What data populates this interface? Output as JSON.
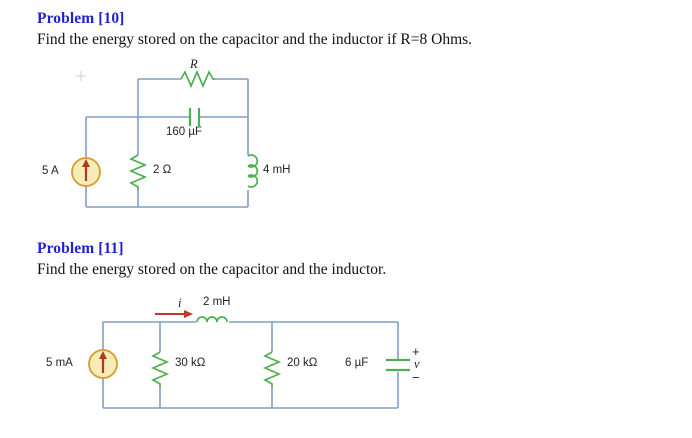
{
  "page": {
    "background_color": "#ffffff",
    "wire_color": "#7e9ec4",
    "component_color": "#4caf50",
    "source_fill": "#f7ecb5",
    "source_stroke": "#d99a2b",
    "arrow_color": "#c0392b",
    "title_color": "#2222cc",
    "text_color": "#111111"
  },
  "problems": [
    {
      "id": "problem-10",
      "title": "Problem [10]",
      "statement": "Find the energy stored on the capacitor and the inductor if R=8 Ohms.",
      "circuit": {
        "name": "circuit-problem-10",
        "labels": {
          "resistor_top": "R",
          "capacitor": "160 µF",
          "source": "5 A",
          "resistor_shunt": "2 Ω",
          "inductor": "4 mH"
        }
      }
    },
    {
      "id": "problem-11",
      "title": "Problem [11]",
      "statement": "Find the energy stored on the capacitor and the inductor.",
      "circuit": {
        "name": "circuit-problem-11",
        "labels": {
          "current_symbol": "i",
          "inductor": "2 mH",
          "source": "5 mA",
          "resistor_left": "30 kΩ",
          "resistor_right": "20 kΩ",
          "capacitor": "6 µF",
          "voltage_symbol": "v",
          "plus_sign": "+",
          "minus_sign": "−"
        }
      }
    }
  ]
}
